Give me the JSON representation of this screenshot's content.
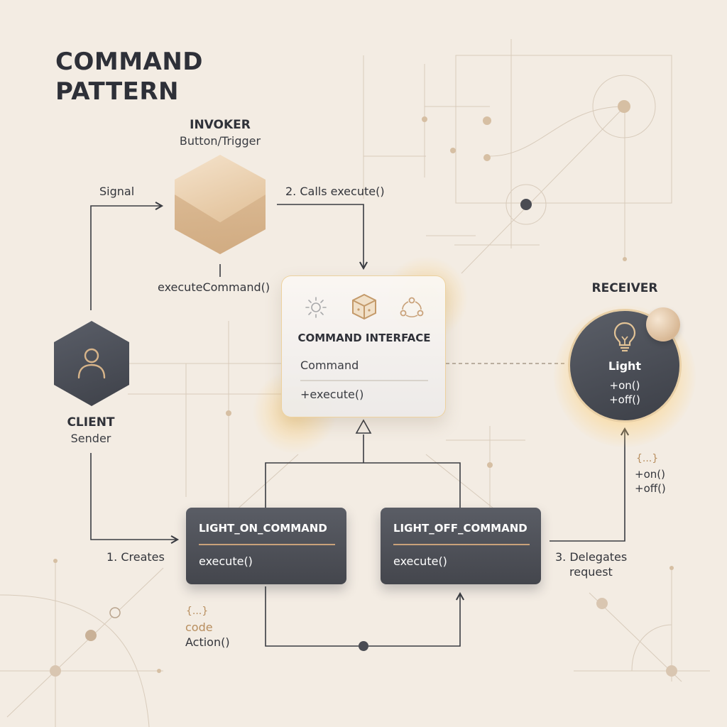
{
  "title": "COMMAND\nPATTERN",
  "invoker": {
    "heading": "INVOKER",
    "subtitle": "Button/Trigger",
    "method": "executeCommand()"
  },
  "client": {
    "heading": "CLIENT",
    "subtitle": "Sender"
  },
  "command_interface": {
    "heading": "COMMAND INTERFACE",
    "name": "Command",
    "method": "+execute()"
  },
  "receiver": {
    "heading": "RECEIVER",
    "name": "Light",
    "method_on": "+on()",
    "method_off": "+off()"
  },
  "light_on_command": {
    "heading": "LIGHT_ON_COMMAND",
    "method": "execute()"
  },
  "light_off_command": {
    "heading": "LIGHT_OFF_COMMAND",
    "method": "execute()"
  },
  "edges": {
    "signal": "Signal",
    "calls_execute": "2. Calls execute()",
    "creates": "1. Creates",
    "delegates_line1": "3. Delegates",
    "delegates_line2": "request"
  },
  "annotations": {
    "receiver_braces": "{...}",
    "receiver_on": "+on()",
    "receiver_off": "+off()",
    "code_braces": "{...}",
    "code_label": "code",
    "code_action": "Action()"
  },
  "colors": {
    "background": "#f3ece3",
    "dark": "#44464d",
    "accent": "#c9a27a",
    "glow": "#ffcd6e"
  }
}
